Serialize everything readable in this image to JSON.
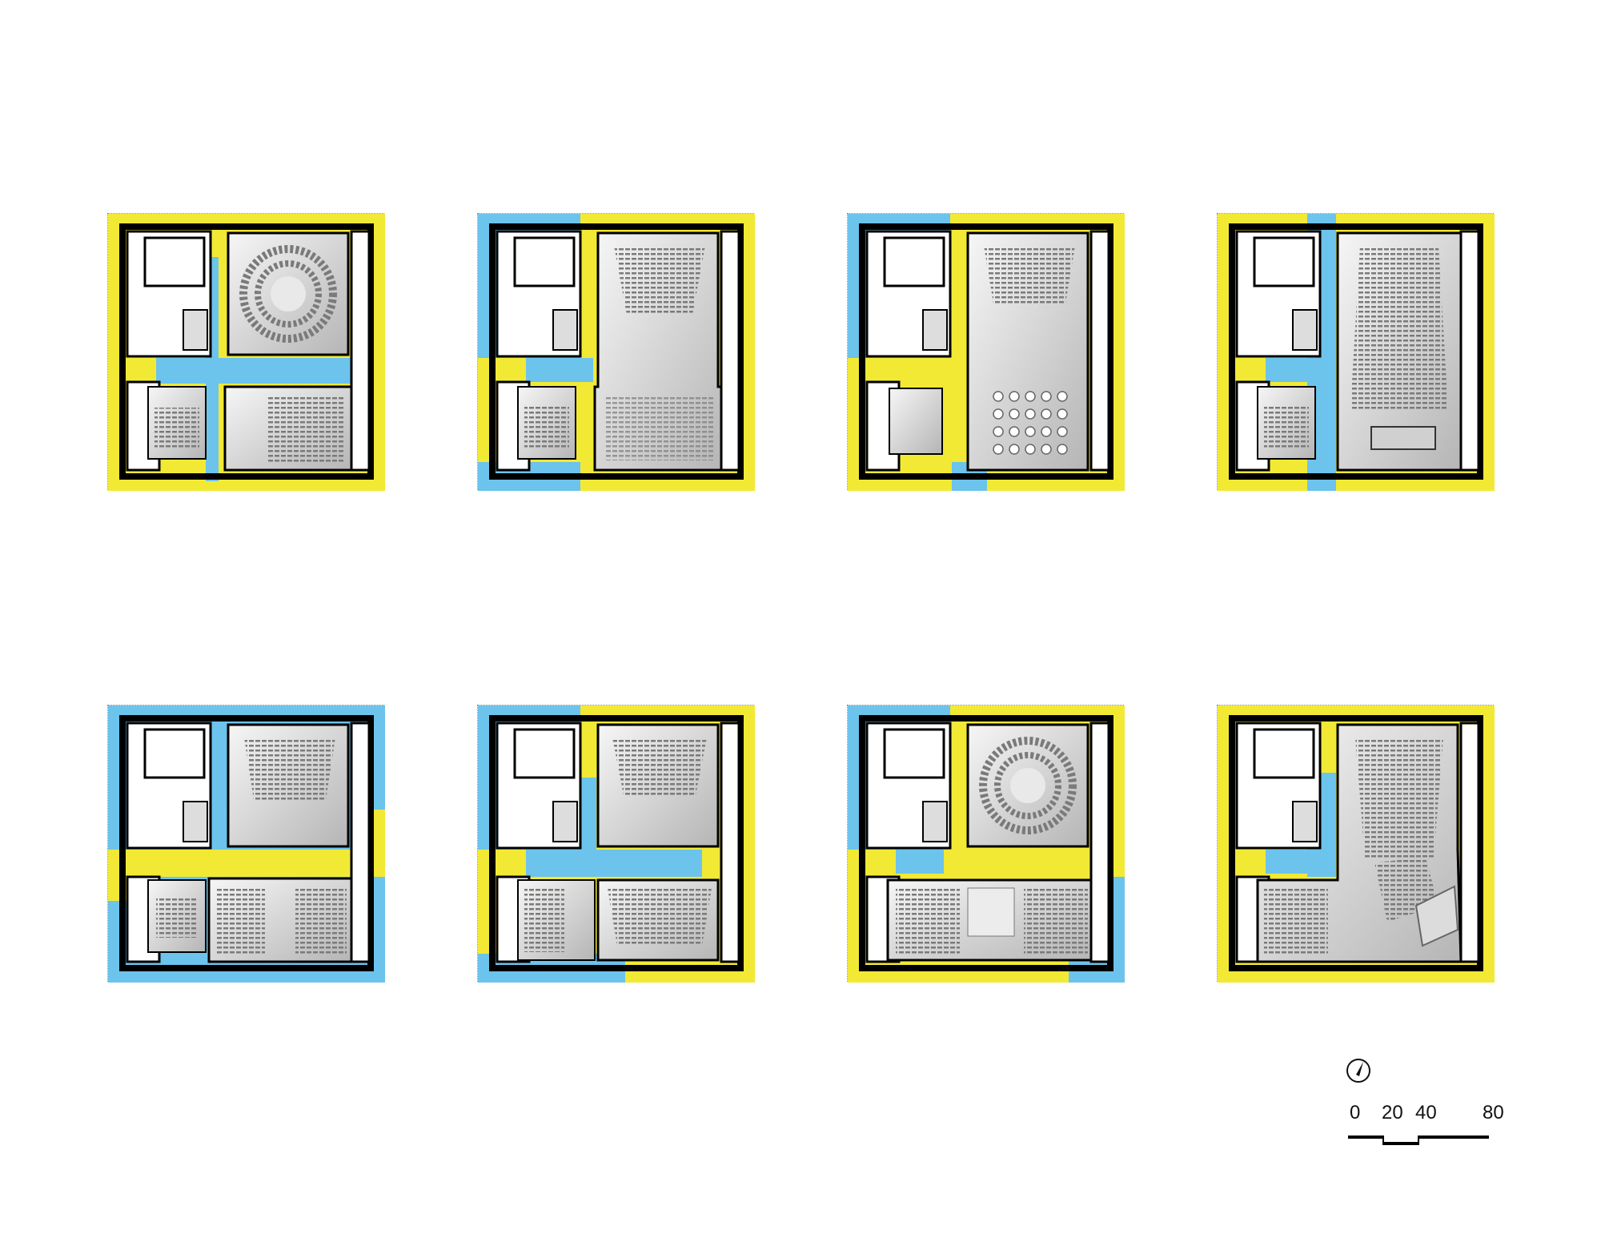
{
  "colors": {
    "yellow_circulation": "#f2e935",
    "blue_circulation": "#6cc3ec",
    "wall": "#000000",
    "hall_fill_light": "#f4f4f4",
    "hall_fill_dark": "#b9b9b9",
    "seat": "#7a7a7a"
  },
  "plans": [
    {
      "id": "plan-1",
      "variant": "arena-hall"
    },
    {
      "id": "plan-2",
      "variant": "thrust-hall"
    },
    {
      "id": "plan-3",
      "variant": "banquet-hall"
    },
    {
      "id": "plan-4",
      "variant": "long-auditorium"
    },
    {
      "id": "plan-5",
      "variant": "twin-halls"
    },
    {
      "id": "plan-6",
      "variant": "paired-stages"
    },
    {
      "id": "plan-7",
      "variant": "arena-plus-flat-floor"
    },
    {
      "id": "plan-8",
      "variant": "auditorium-plus-angled-hall"
    }
  ],
  "legend": {
    "north_arrow": "north-arrow-icon",
    "scale_labels": [
      "0",
      "20",
      "40",
      "80"
    ]
  }
}
